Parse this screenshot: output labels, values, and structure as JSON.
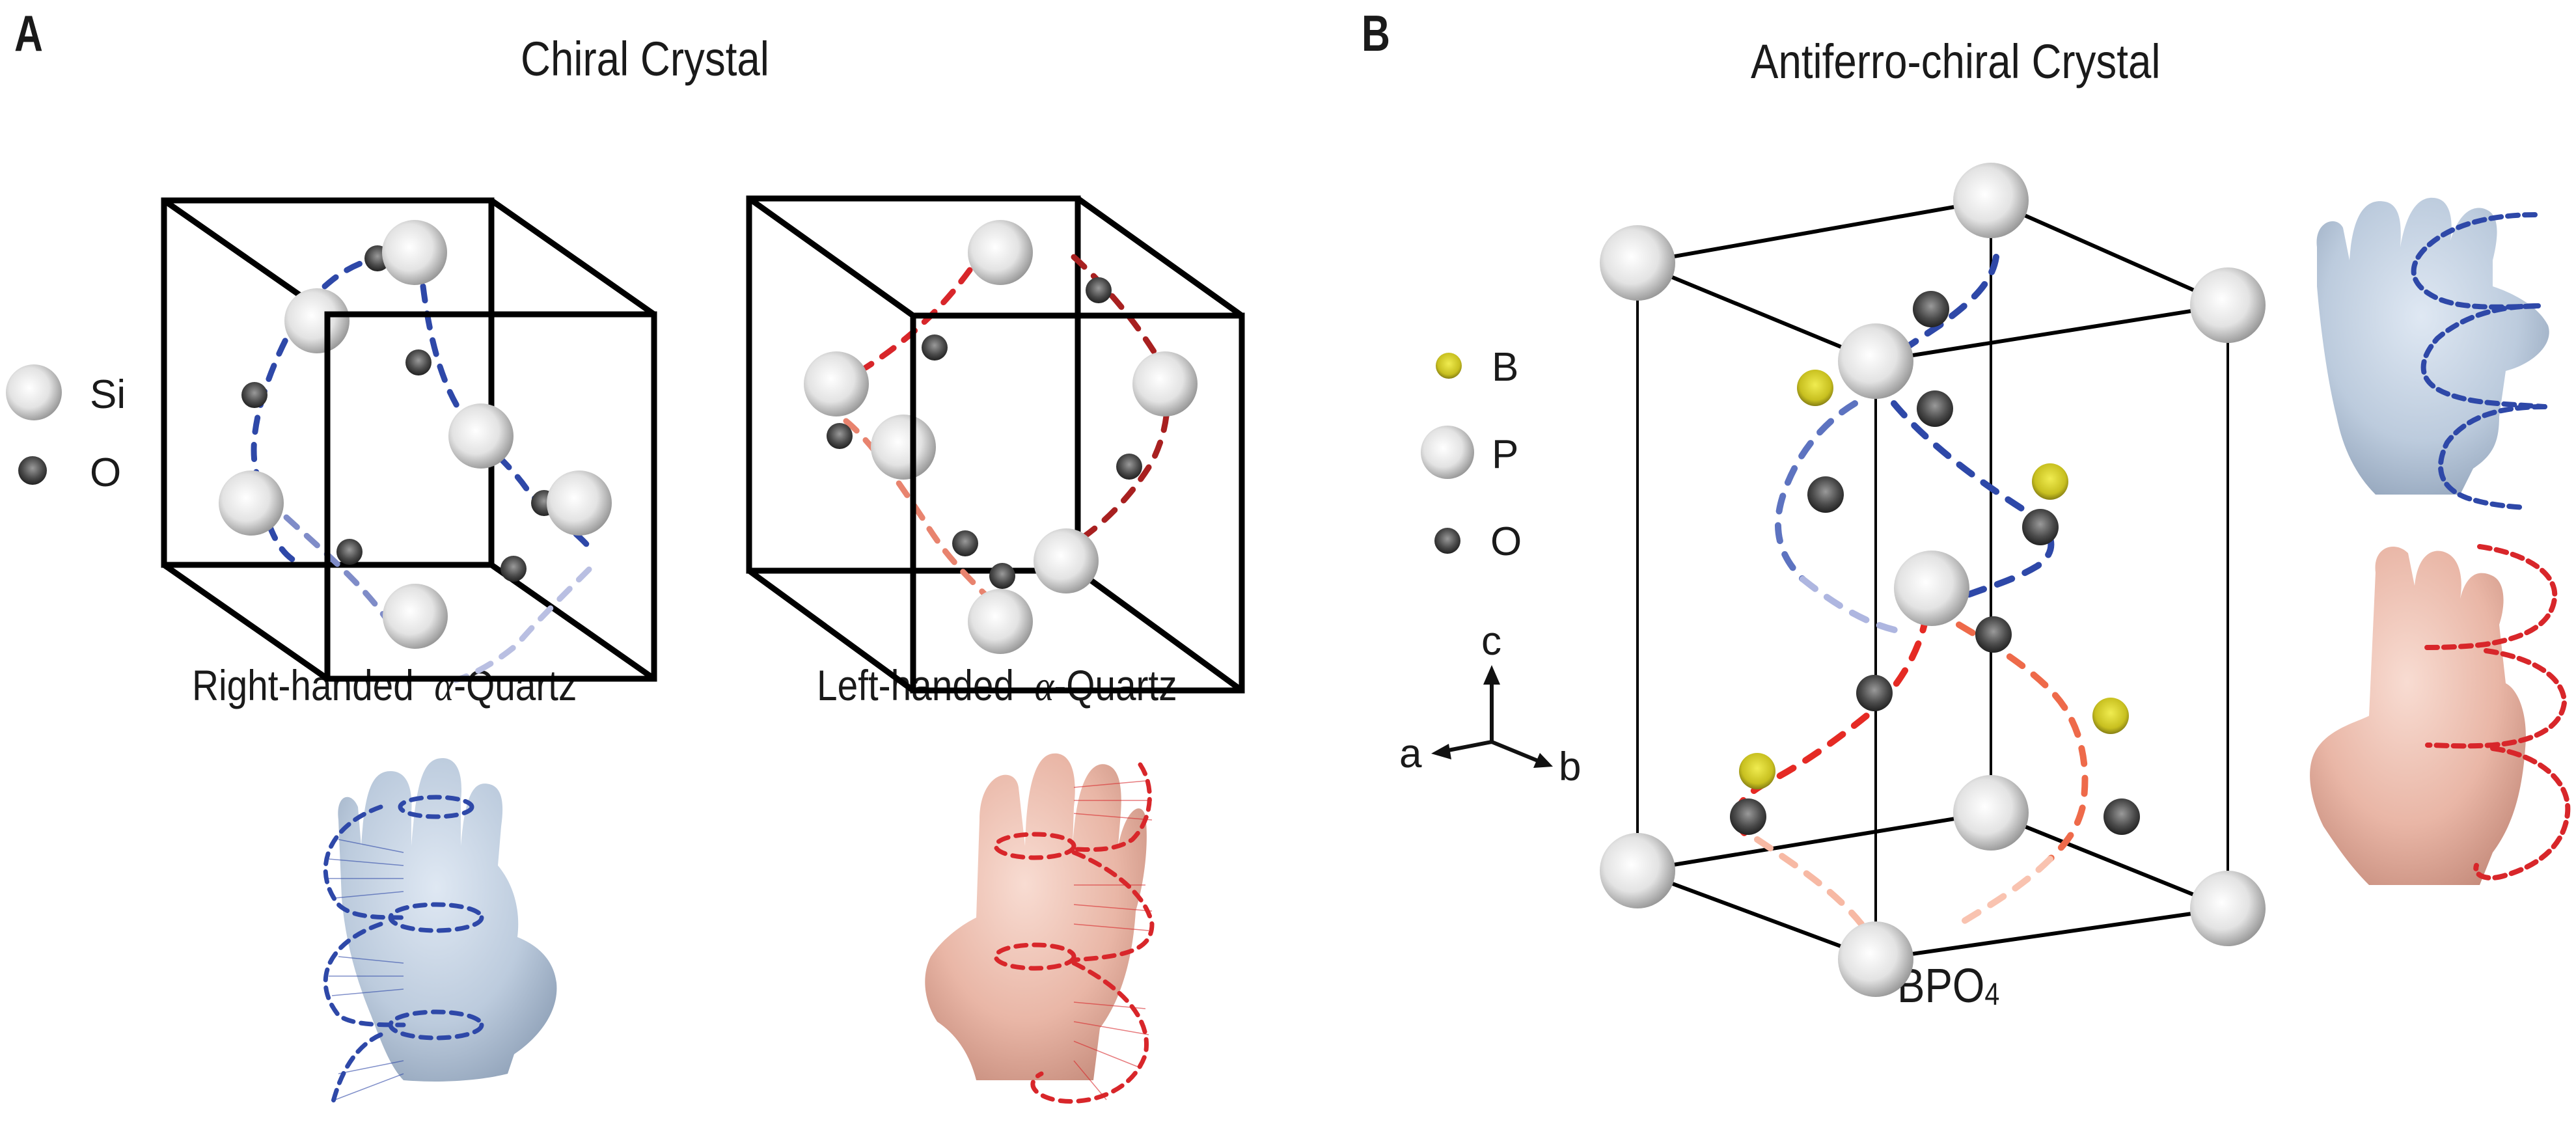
{
  "panel_a": {
    "letter": "A",
    "title": "Chiral Crystal",
    "legend": [
      {
        "symbol": "Si",
        "atom": "silicon"
      },
      {
        "symbol": "O",
        "atom": "oxygen"
      }
    ],
    "crystals": [
      {
        "label_prefix": "Right-handed",
        "label_greek": "α",
        "label_suffix": "-Quartz",
        "handedness": "right",
        "helix_color": "#2e48a8"
      },
      {
        "label_prefix": "Left-handed",
        "label_greek": "α",
        "label_suffix": "-Quartz",
        "handedness": "left",
        "helix_color": "#d8262a"
      }
    ]
  },
  "panel_b": {
    "letter": "B",
    "title": "Antiferro-chiral Crystal",
    "legend": [
      {
        "symbol": "B",
        "atom": "boron"
      },
      {
        "symbol": "P",
        "atom": "phosphorus"
      },
      {
        "symbol": "O",
        "atom": "oxygen"
      }
    ],
    "axes": {
      "a": "a",
      "b": "b",
      "c": "c"
    },
    "formula_main": "BPO",
    "formula_sub": "4"
  },
  "colors": {
    "helix_blue": "#2e48a8",
    "helix_red": "#d8262a",
    "hand_blue": "#b9c9dc",
    "hand_pink": "#e9b6a6",
    "boron": "#cfc52a",
    "oxygen": "#3a3a3a",
    "large_atom": "#e6e6e6"
  }
}
